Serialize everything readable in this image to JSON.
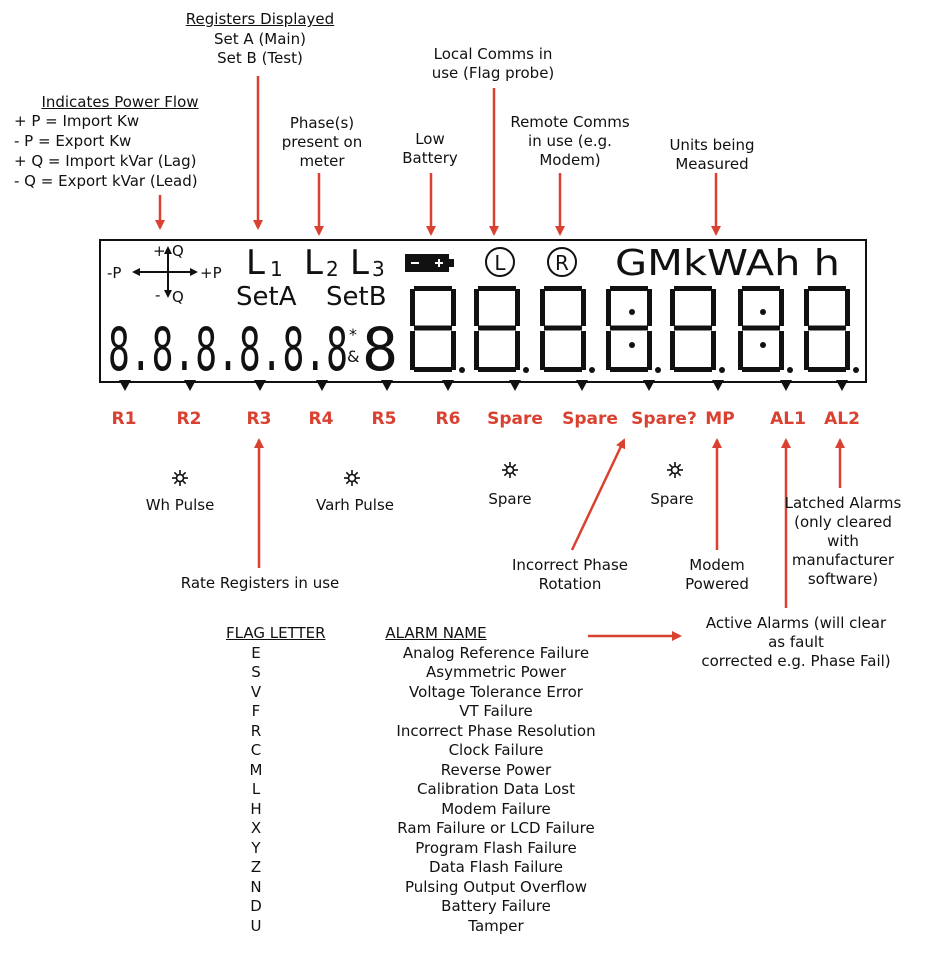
{
  "colors": {
    "accent": "#d94130",
    "ink": "#111111"
  },
  "callouts": {
    "registers_title": "Registers Displayed",
    "registers_body": "Set A (Main)\nSet B (Test)",
    "power_title": "Indicates Power Flow",
    "power_lines": [
      "+ P = Import Kw",
      "- P = Export Kw",
      "+ Q = Import kVar (Lag)",
      "- Q = Export kVar (Lead)"
    ],
    "phase": "Phase(s)\npresent on\nmeter",
    "low_battery": "Low\nBattery",
    "local_comms": "Local Comms in\nuse (Flag probe)",
    "remote_comms": "Remote Comms\nin use (e.g.\nModem)",
    "units": "Units being\nMeasured"
  },
  "lcd": {
    "q_plus": "+",
    "q_label": "Q",
    "p_minus": "-P",
    "p_plus": "+P",
    "q_minus": "-",
    "q_label2": "Q",
    "l1": "L",
    "l1sub": "1",
    "l2": "L",
    "l2sub": "2",
    "l3": "L",
    "l3sub": "3",
    "local": "L",
    "remote": "R",
    "units_text": "GMkWAh h",
    "seta": "SetA",
    "setb": "SetB",
    "star": "*",
    "amp": "&",
    "small_digits": "8.8.8.8.8.8",
    "small_last": "8"
  },
  "markers": [
    "R1",
    "R2",
    "R3",
    "R4",
    "R5",
    "R6",
    "Spare",
    "Spare",
    "Spare?",
    "MP",
    "AL1",
    "AL2"
  ],
  "pulses": {
    "wh": "Wh Pulse",
    "varh": "Varh Pulse",
    "spare1": "Spare",
    "spare2": "Spare"
  },
  "lower": {
    "rate": "Rate Registers in use",
    "phase_rot": "Incorrect Phase\nRotation",
    "modem": "Modem\nPowered",
    "latched": "Latched Alarms\n(only cleared\nwith\nmanufacturer\nsoftware)",
    "active": "Active Alarms (will clear\nas fault\ncorrected e.g. Phase Fail)"
  },
  "table": {
    "head_flag": "FLAG LETTER",
    "head_alarm": "ALARM NAME",
    "rows": [
      {
        "flag": "E",
        "name": "Analog Reference Failure"
      },
      {
        "flag": "S",
        "name": "Asymmetric Power"
      },
      {
        "flag": "V",
        "name": "Voltage Tolerance Error"
      },
      {
        "flag": "F",
        "name": "VT Failure"
      },
      {
        "flag": "R",
        "name": "Incorrect Phase Resolution"
      },
      {
        "flag": "C",
        "name": "Clock Failure"
      },
      {
        "flag": "M",
        "name": "Reverse Power"
      },
      {
        "flag": "L",
        "name": "Calibration Data Lost"
      },
      {
        "flag": "H",
        "name": "Modem Failure"
      },
      {
        "flag": "X",
        "name": "Ram Failure or LCD Failure"
      },
      {
        "flag": "Y",
        "name": "Program Flash Failure"
      },
      {
        "flag": "Z",
        "name": "Data Flash Failure"
      },
      {
        "flag": "N",
        "name": "Pulsing Output Overflow"
      },
      {
        "flag": "D",
        "name": "Battery Failure"
      },
      {
        "flag": "U",
        "name": "Tamper"
      }
    ]
  }
}
